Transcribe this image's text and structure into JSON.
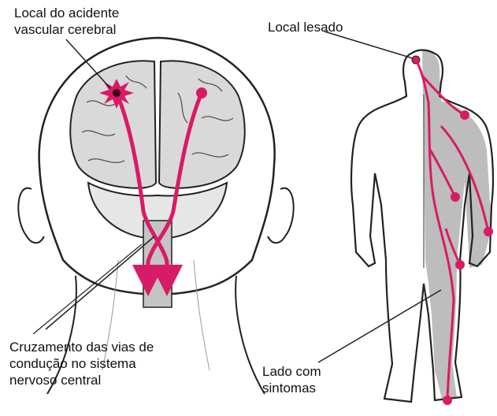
{
  "labels": {
    "stroke_site": [
      "Local do acidente",
      "vascular cerebral"
    ],
    "injured_site": "Local lesado",
    "pathway_crossing": [
      "Cruzamento das vias de",
      "condução no sistema",
      "nervoso central"
    ],
    "symptom_side": [
      "Lado com",
      "sintomas"
    ]
  },
  "colors": {
    "pathway": "#d81b66",
    "brain_fill": "#d9d9d9",
    "affected_side": "#bdbdbd",
    "outline": "#222222",
    "background": "#ffffff"
  }
}
